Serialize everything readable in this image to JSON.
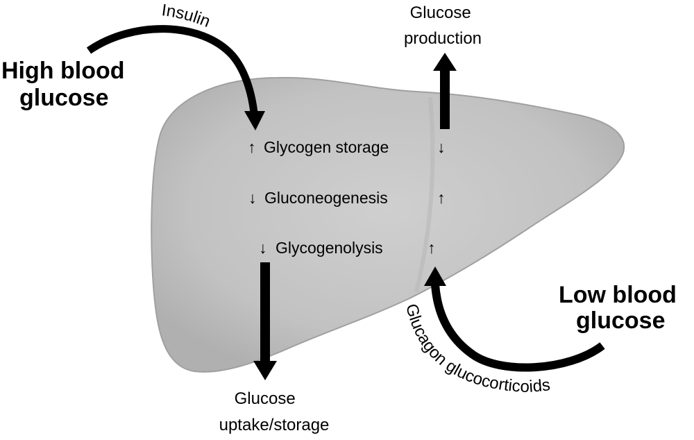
{
  "labels": {
    "high_blood_glucose": [
      "High blood",
      "glucose"
    ],
    "low_blood_glucose": [
      "Low blood",
      "glucose"
    ],
    "insulin": "Insulin",
    "glucagon": "Glucagon glucocorticoids",
    "glucose_production": [
      "Glucose",
      "production"
    ],
    "glucose_uptake": [
      "Glucose",
      "uptake/storage"
    ]
  },
  "processes": [
    {
      "name": "Glycogen storage",
      "insulin_effect": "↑",
      "glucagon_effect": "↓"
    },
    {
      "name": "Gluconeogenesis",
      "insulin_effect": "↓",
      "glucagon_effect": "↑"
    },
    {
      "name": "Glycogenolysis",
      "insulin_effect": "↓",
      "glucagon_effect": "↑"
    }
  ],
  "colors": {
    "liver": "#c4c4c4",
    "liver_edge": "#9a9a9a",
    "arrow": "#000000"
  }
}
